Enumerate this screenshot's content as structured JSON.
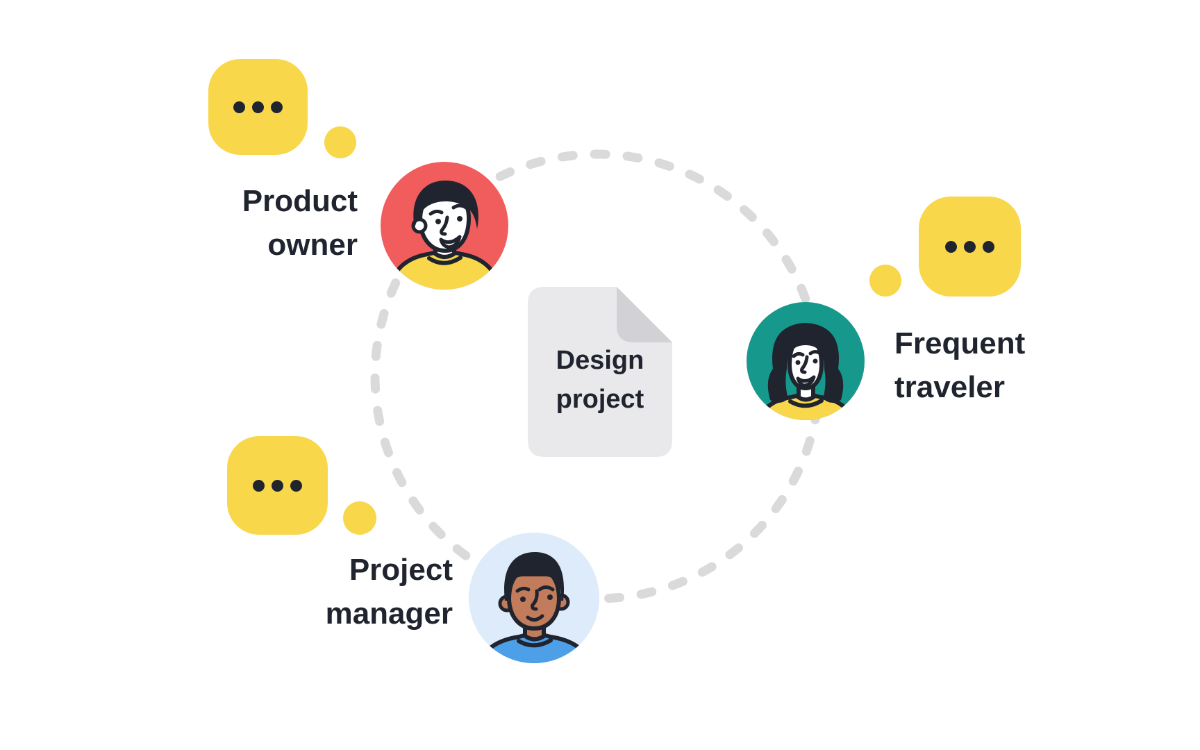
{
  "title": "Design project personas diagram",
  "colors": {
    "background": "#FFFFFF",
    "bubble_yellow": "#F8D74B",
    "line_dark": "#20242E",
    "text_dark": "#20242E",
    "dash_gray": "#DADADA",
    "document_fill": "#E9E9EB",
    "document_fold": "#D2D2D6",
    "avatar_red": "#F15D5D",
    "avatar_teal": "#16998C",
    "avatar_blue": "#DEEBFA",
    "face_white": "#FFFFFF",
    "skin_brown": "#C27C5B",
    "shirt_yellow": "#F8D74B",
    "shirt_blue": "#4D9FE8"
  },
  "document": {
    "line1": "Design",
    "line2": "project"
  },
  "personas": [
    {
      "id": "product-owner",
      "line1": "Product",
      "line2": "owner",
      "avatar": "man-yellow-sweater-red-circle"
    },
    {
      "id": "frequent-traveler",
      "line1": "Frequent",
      "line2": "traveler",
      "avatar": "woman-yellow-top-teal-circle"
    },
    {
      "id": "project-manager",
      "line1": "Project",
      "line2": "manager",
      "avatar": "man-blue-shirt-lightblue-circle"
    }
  ],
  "bubbles": {
    "dots_per_bubble": 3
  }
}
